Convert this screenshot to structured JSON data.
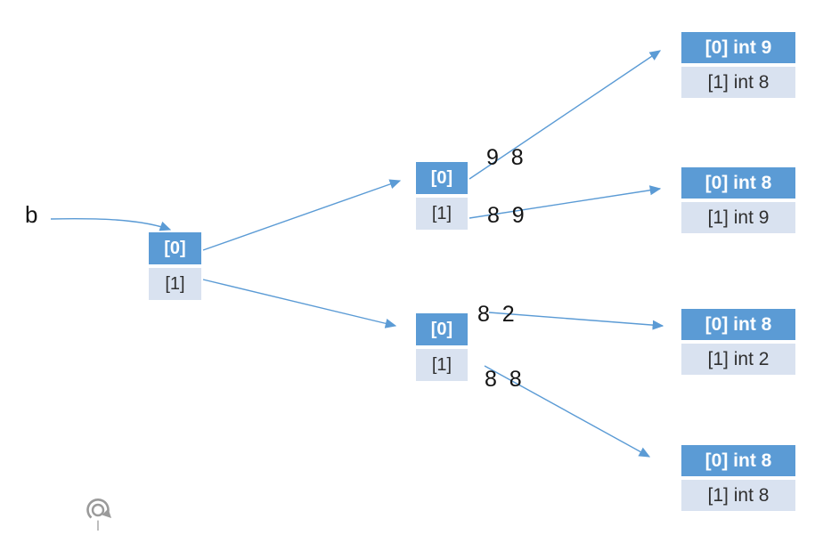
{
  "variable_label": "b",
  "colors": {
    "node_header_bg": "#5b9bd5",
    "node_header_text": "#ffffff",
    "node_row_bg": "#d9e2f0",
    "node_row_text": "#303030",
    "arrow": "#5b9bd5",
    "label_text": "#141414",
    "rotate_icon_gray": "#9a9a9a"
  },
  "nodes": {
    "root": {
      "rows": [
        {
          "label": "[0]"
        },
        {
          "label": "[1]"
        }
      ]
    },
    "mid_top": {
      "rows": [
        {
          "label": "[0]"
        },
        {
          "label": "[1]"
        }
      ]
    },
    "mid_bottom": {
      "rows": [
        {
          "label": "[0]"
        },
        {
          "label": "[1]"
        }
      ]
    },
    "leaf_1": {
      "rows": [
        {
          "label": "[0] int 9"
        },
        {
          "label": "[1] int 8"
        }
      ]
    },
    "leaf_2": {
      "rows": [
        {
          "label": "[0] int 8"
        },
        {
          "label": "[1] int 9"
        }
      ]
    },
    "leaf_3": {
      "rows": [
        {
          "label": "[0] int 8"
        },
        {
          "label": "[1] int 2"
        }
      ]
    },
    "leaf_4": {
      "rows": [
        {
          "label": "[0] int 8"
        },
        {
          "label": "[1] int 8"
        }
      ]
    }
  },
  "edge_labels": {
    "top_upper": "9  8",
    "top_lower": "8  9",
    "bottom_upper": "8  2",
    "bottom_lower": "8  8"
  },
  "icons": {
    "rotate_icon": "rotate-arrow-handle"
  }
}
